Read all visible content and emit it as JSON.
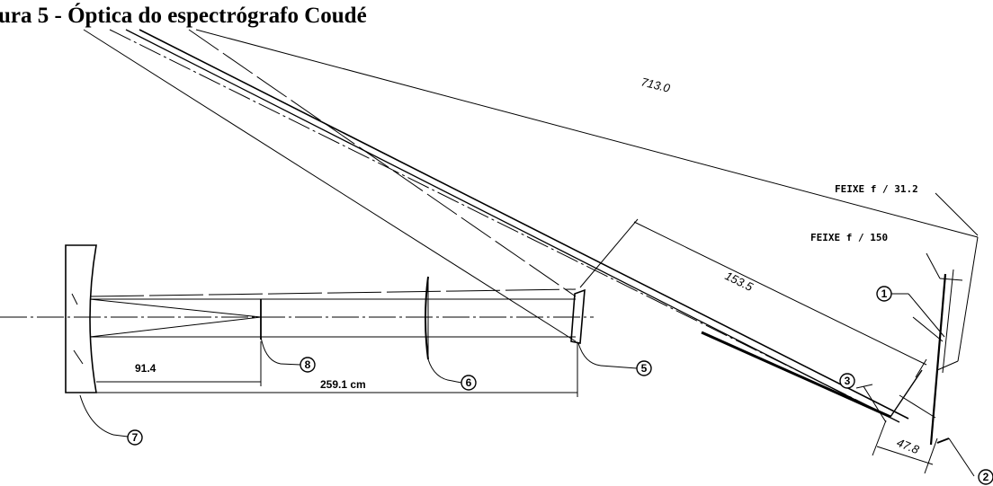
{
  "figure": {
    "title": "ura 5 - Óptica do espectrógrafo Coudé"
  },
  "dimensions": {
    "d713": "713.0",
    "d153": "153.5",
    "d914": "91.4",
    "d2591": "259.1 cm",
    "d478": "47.8"
  },
  "beams": {
    "f31": "FEIXE f / 31.2",
    "f150": "FEIXE f / 150"
  },
  "components": {
    "c1": "1",
    "c2": "2",
    "c3": "3",
    "c5": "5",
    "c6": "6",
    "c7": "7",
    "c8": "8"
  }
}
